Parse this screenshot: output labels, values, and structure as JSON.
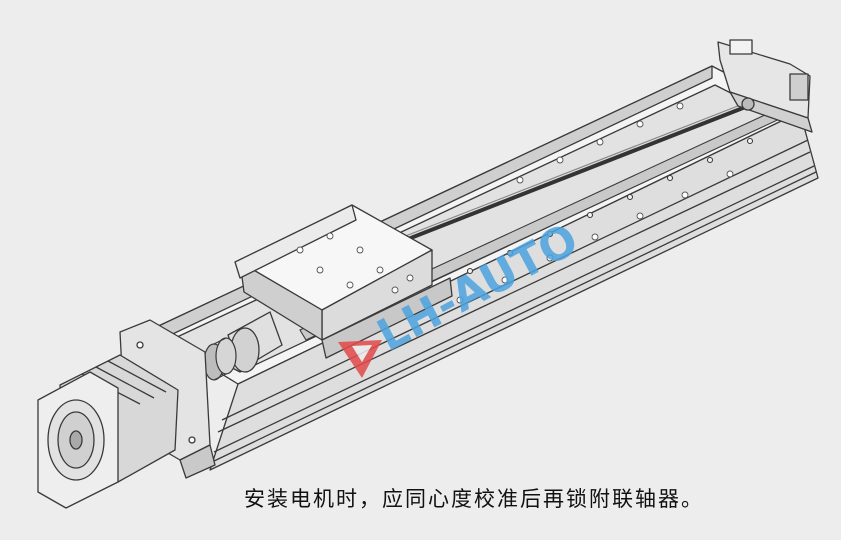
{
  "watermark": {
    "text": "LH-AUTO",
    "color": "#4da3e0",
    "logo_color": "#e24a4a"
  },
  "caption": {
    "text": "安装电机时，应同心度校准后再锁附联轴器。"
  },
  "colors": {
    "background": "#ededee",
    "line": "#3a3a3a",
    "face_light": "#f7f7f7",
    "face_mid": "#dcdcdc",
    "face_dark": "#bfbfbf"
  },
  "components": [
    "stepper-motor",
    "motor-mount-flange",
    "coupling",
    "bearing-block",
    "sliding-carriage",
    "ball-screw",
    "linear-guide-rail",
    "aluminum-base-profile",
    "end-cap"
  ]
}
